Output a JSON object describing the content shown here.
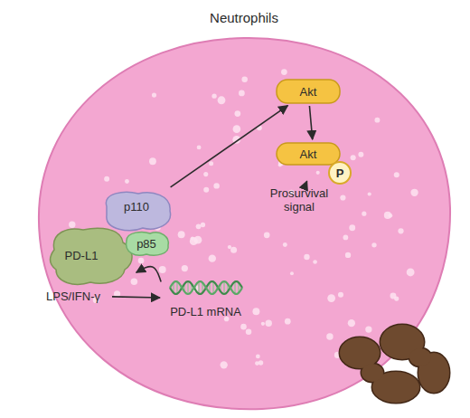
{
  "diagram": {
    "nodes": [
      {
        "text": [
          "Neutrophils"
        ]
      },
      {
        "text": [
          "p110"
        ],
        "in": 0
      },
      {
        "text": [
          "p85"
        ],
        "in": 0
      },
      {
        "text": [
          "Akt"
        ],
        "in": 0
      },
      {
        "text": [
          "Akt",
          "P"
        ],
        "in": 0
      },
      {
        "text": [
          "PD-L1"
        ],
        "in": 0
      },
      {
        "text": [
          "Prosurvival signal"
        ],
        "in": 0
      },
      {
        "text": [
          "LPS/IFN-γ"
        ]
      },
      {
        "text": [
          "PD-L1 mRNA"
        ],
        "in": 0
      }
    ],
    "edges": [
      {
        "from": 1,
        "to": 3,
        "arrow": "to"
      },
      {
        "from": 3,
        "to": 4,
        "arrow": "to"
      },
      {
        "from": 4,
        "to": 6,
        "arrow": "to"
      },
      {
        "from": 7,
        "to": 8,
        "arrow": "to"
      },
      {
        "from": 8,
        "to": 5,
        "arrow": "to"
      }
    ]
  }
}
